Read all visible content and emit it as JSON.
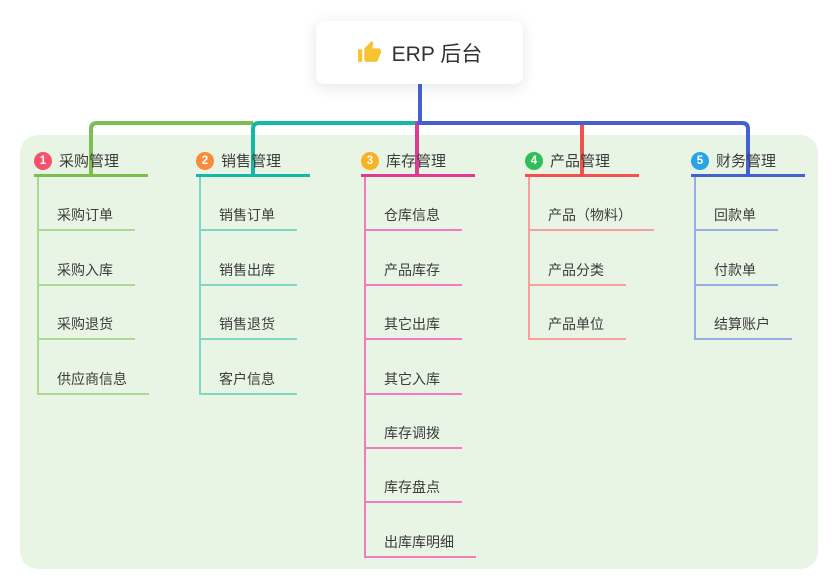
{
  "app": {
    "title": "ERP 后台",
    "icon": "thumbs-up"
  },
  "canvas": {
    "background": "#ffffff",
    "panel_background": "#e8f5e4"
  },
  "root_connector_color": "#4760cf",
  "branches": [
    {
      "badge": "1",
      "label": "采购管理",
      "badge_color": "#f4526d",
      "line_color": "#7cbe50",
      "child_line_color": "#abd894",
      "children": [
        "采购订单",
        "采购入库",
        "采购退货",
        "供应商信息"
      ]
    },
    {
      "badge": "2",
      "label": "销售管理",
      "badge_color": "#f98b3b",
      "line_color": "#14b8a6",
      "child_line_color": "#7fd5c6",
      "children": [
        "销售订单",
        "销售出库",
        "销售退货",
        "客户信息"
      ]
    },
    {
      "badge": "3",
      "label": "库存管理",
      "badge_color": "#f9b222",
      "line_color": "#e23a92",
      "child_line_color": "#f07cbd",
      "children": [
        "仓库信息",
        "产品库存",
        "其它出库",
        "其它入库",
        "库存调拨",
        "库存盘点",
        "出库库明细"
      ]
    },
    {
      "badge": "4",
      "label": "产品管理",
      "badge_color": "#30be58",
      "line_color": "#f0524f",
      "child_line_color": "#f7a09d",
      "children": [
        "产品（物料）",
        "产品分类",
        "产品单位"
      ]
    },
    {
      "badge": "5",
      "label": "财务管理",
      "badge_color": "#29a4e4",
      "line_color": "#4760cf",
      "child_line_color": "#98ade5",
      "children": [
        "回款单",
        "付款单",
        "结算账户"
      ]
    }
  ]
}
